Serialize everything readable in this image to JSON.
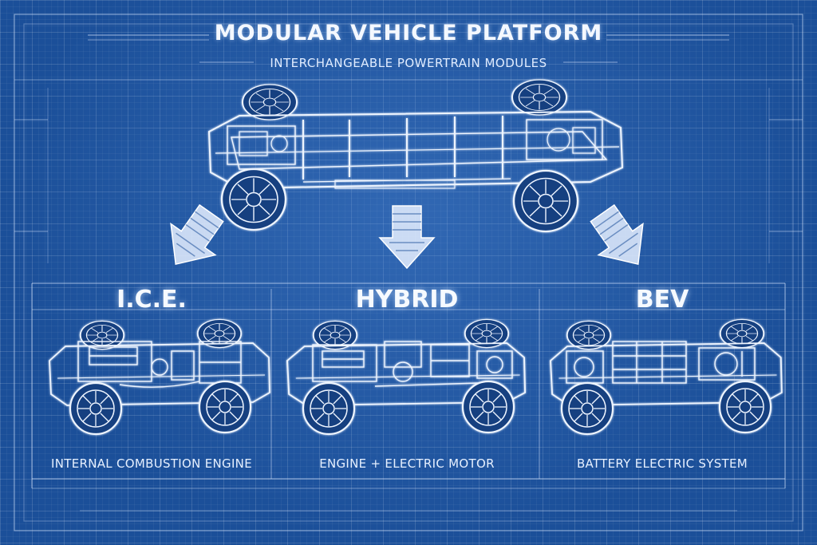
{
  "header": {
    "title": "MODULAR VEHICLE PLATFORM",
    "subtitle": "INTERCHANGEABLE POWERTRAIN MODULES"
  },
  "modules": [
    {
      "heading": "I.C.E.",
      "caption": "INTERNAL COMBUSTION ENGINE"
    },
    {
      "heading": "HYBRID",
      "caption": "ENGINE + ELECTRIC MOTOR"
    },
    {
      "heading": "BEV",
      "caption": "BATTERY ELECTRIC SYSTEM"
    }
  ],
  "colors": {
    "background": "#1b4f99",
    "line": "#e8f1ff",
    "glow": "#bcd6ff"
  }
}
